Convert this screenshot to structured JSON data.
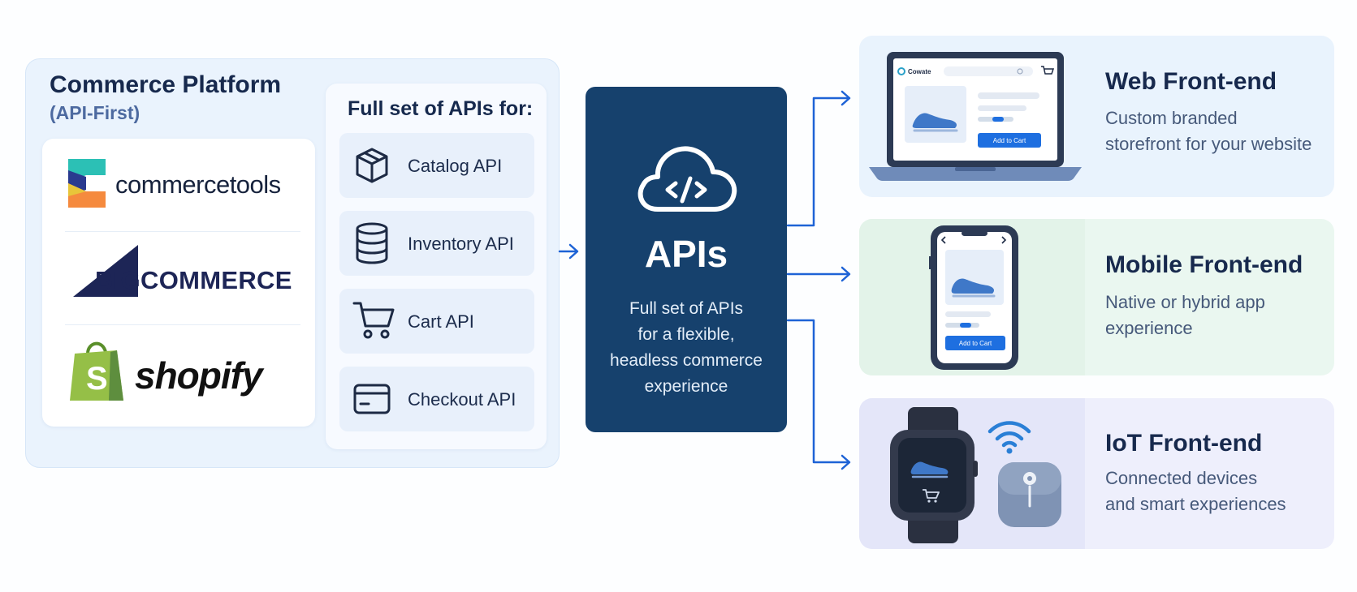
{
  "platform": {
    "title": "Commerce Platform",
    "subtitle": "(API-First)",
    "logos": [
      {
        "name": "commercetools",
        "text": "commercetools"
      },
      {
        "name": "bigcommerce",
        "text": "BIGCOMMERCE"
      },
      {
        "name": "shopify",
        "text": "shopify"
      }
    ],
    "list_title": "Full set of APIs for:",
    "apis": [
      {
        "label": "Catalog API",
        "icon": "box-icon"
      },
      {
        "label": "Inventory API",
        "icon": "database-icon"
      },
      {
        "label": "Cart API",
        "icon": "cart-icon"
      },
      {
        "label": "Checkout API",
        "icon": "card-icon"
      }
    ]
  },
  "hub": {
    "title": "APIs",
    "icon": "cloud-code-icon",
    "description": [
      "Full set of APIs",
      "for a flexible,",
      "headless commerce",
      "experience"
    ]
  },
  "frontends": [
    {
      "title": "Web Front-end",
      "description": [
        "Custom branded",
        "storefront for your website"
      ],
      "icon": "laptop-icon",
      "bg": "#e9f3fd"
    },
    {
      "title": "Mobile Front-end",
      "description": [
        "Native or hybrid app",
        "experience"
      ],
      "icon": "smartphone-icon",
      "bg": "#eaf7f0"
    },
    {
      "title": "IoT Front-end",
      "description": [
        "Connected devices",
        "and smart experiences"
      ],
      "icon": "smartwatch-icon",
      "bg": "#eeeffc"
    }
  ],
  "mockups": {
    "laptop_logo": "Cowate",
    "laptop_button": "Add to Cart",
    "phone_button": "Add to Cart"
  },
  "colors": {
    "hub": "#16416d",
    "accent_blue": "#1e6fe0",
    "arrow": "#1e63d6"
  }
}
